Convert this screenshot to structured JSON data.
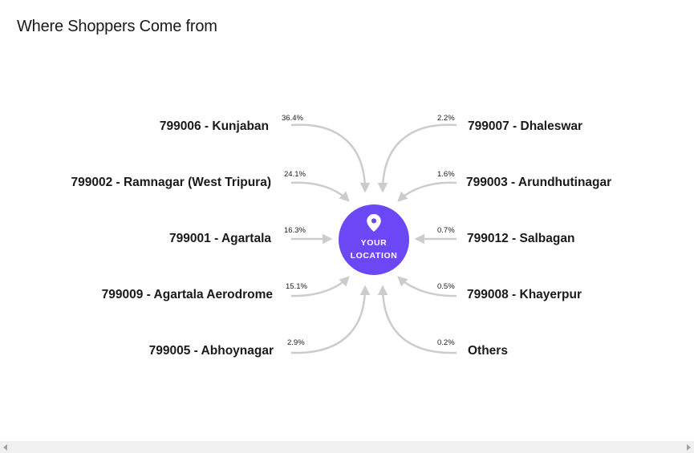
{
  "title": "Where Shoppers Come from",
  "center": {
    "line1": "YOUR",
    "line2": "LOCATION",
    "icon": "location-pin-icon",
    "color": "#6c47f5"
  },
  "left_sources": [
    {
      "label": "799006 - Kunjaban",
      "percent": "36.4%"
    },
    {
      "label": "799002 - Ramnagar (West Tripura)",
      "percent": "24.1%"
    },
    {
      "label": "799001 - Agartala",
      "percent": "16.3%"
    },
    {
      "label": "799009 - Agartala Aerodrome",
      "percent": "15.1%"
    },
    {
      "label": "799005 - Abhoynagar",
      "percent": "2.9%"
    }
  ],
  "right_sources": [
    {
      "label": "799007 - Dhaleswar",
      "percent": "2.2%"
    },
    {
      "label": "799003 - Arundhutinagar",
      "percent": "1.6%"
    },
    {
      "label": "799012 - Salbagan",
      "percent": "0.7%"
    },
    {
      "label": "799008 - Khayerpur",
      "percent": "0.5%"
    },
    {
      "label": "Others",
      "percent": "0.2%"
    }
  ],
  "arrow_color": "#cccccc",
  "scrollbar": {
    "left_icon": "scroll-left-arrow-icon",
    "right_icon": "scroll-right-arrow-icon"
  }
}
